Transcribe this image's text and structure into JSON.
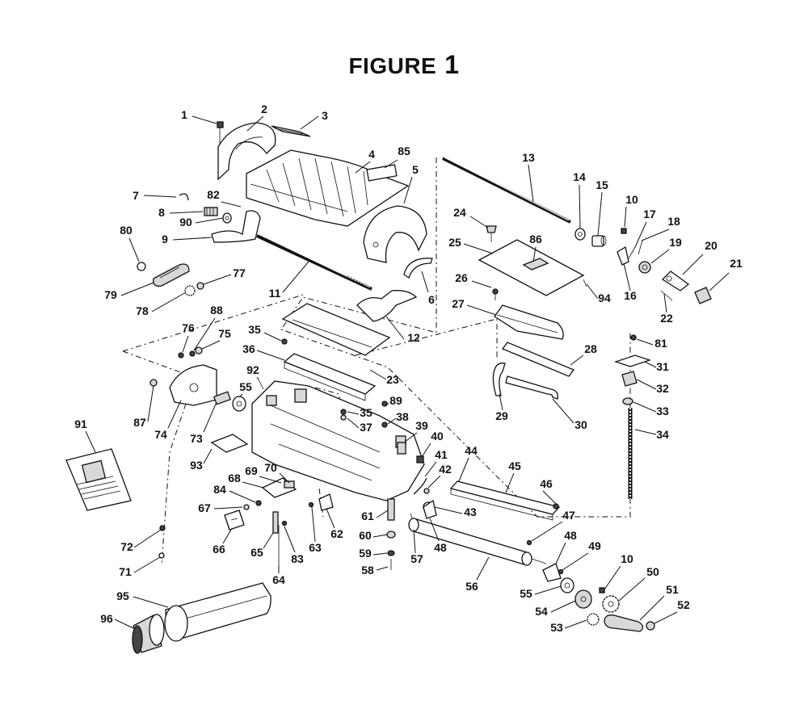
{
  "title": {
    "word": "FIGURE",
    "number": "1"
  },
  "part_labels": [
    "1",
    "2",
    "3",
    "4",
    "5",
    "6",
    "7",
    "8",
    "9",
    "10",
    "10",
    "11",
    "12",
    "13",
    "14",
    "15",
    "16",
    "17",
    "18",
    "19",
    "20",
    "21",
    "22",
    "23",
    "24",
    "25",
    "26",
    "27",
    "28",
    "29",
    "30",
    "31",
    "32",
    "33",
    "34",
    "35",
    "35",
    "36",
    "37",
    "38",
    "39",
    "40",
    "41",
    "42",
    "43",
    "44",
    "45",
    "46",
    "47",
    "48",
    "48",
    "49",
    "50",
    "51",
    "52",
    "53",
    "54",
    "55",
    "55",
    "56",
    "57",
    "58",
    "59",
    "60",
    "61",
    "62",
    "63",
    "64",
    "65",
    "66",
    "67",
    "68",
    "69",
    "70",
    "71",
    "72",
    "73",
    "74",
    "75",
    "76",
    "77",
    "78",
    "79",
    "80",
    "81",
    "82",
    "83",
    "84",
    "85",
    "86",
    "87",
    "88",
    "89",
    "90",
    "91",
    "92",
    "93",
    "94",
    "95",
    "96"
  ]
}
